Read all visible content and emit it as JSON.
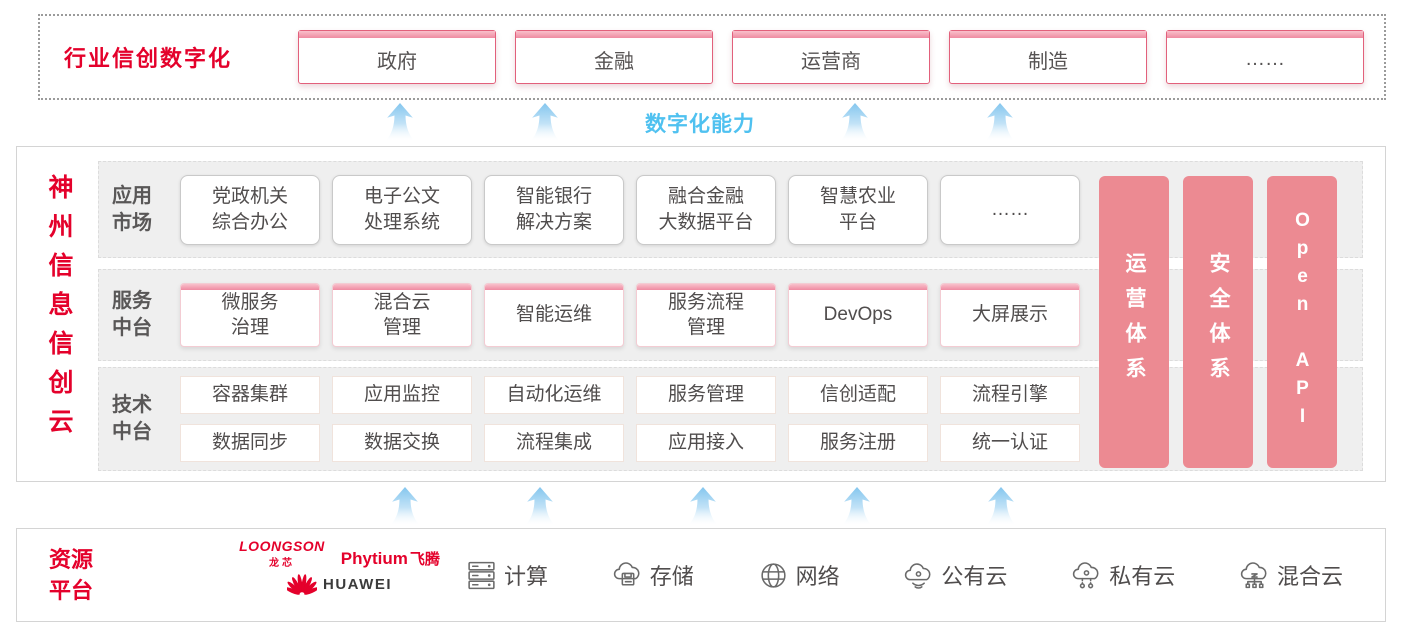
{
  "top_band": {
    "title": "行业信创数字化",
    "industries": [
      "政府",
      "金融",
      "运营商",
      "制造",
      "……"
    ]
  },
  "capability_label": "数字化能力",
  "platform": {
    "vertical_title": "神州信息信创云",
    "app_market": {
      "label": "应用市场",
      "items": [
        "党政机关\n综合办公",
        "电子公文\n处理系统",
        "智能银行\n解决方案",
        "融合金融\n大数据平台",
        "智慧农业\n平台",
        "……"
      ]
    },
    "service": {
      "label": "服务中台",
      "items": [
        "微服务\n治理",
        "混合云\n管理",
        "智能运维",
        "服务流程\n管理",
        "DevOps",
        "大屏展示"
      ]
    },
    "tech": {
      "label": "技术中台",
      "row1": [
        "容器集群",
        "应用监控",
        "自动化运维",
        "服务管理",
        "信创适配",
        "流程引擎"
      ],
      "row2": [
        "数据同步",
        "数据交换",
        "流程集成",
        "应用接入",
        "服务注册",
        "统一认证"
      ]
    },
    "pillars": [
      "运营体系",
      "安全体系",
      "Open API"
    ]
  },
  "resource": {
    "title": "资源平台",
    "vendors": [
      {
        "name": "LOONGSON",
        "sub": "龙芯"
      },
      {
        "name": "Phytium",
        "sub": "飞腾"
      },
      {
        "name": "HUAWEI",
        "sub": ""
      }
    ],
    "items": [
      {
        "icon": "compute-icon",
        "label": "计算"
      },
      {
        "icon": "storage-icon",
        "label": "存储"
      },
      {
        "icon": "network-icon",
        "label": "网络"
      },
      {
        "icon": "public-cloud-icon",
        "label": "公有云"
      },
      {
        "icon": "private-cloud-icon",
        "label": "私有云"
      },
      {
        "icon": "hybrid-cloud-icon",
        "label": "混合云"
      }
    ]
  },
  "colors": {
    "brand_red": "#e4012b",
    "pillar_pink": "#ec8a92",
    "capability_blue": "#4fc1f0",
    "text_dark": "#595757"
  }
}
